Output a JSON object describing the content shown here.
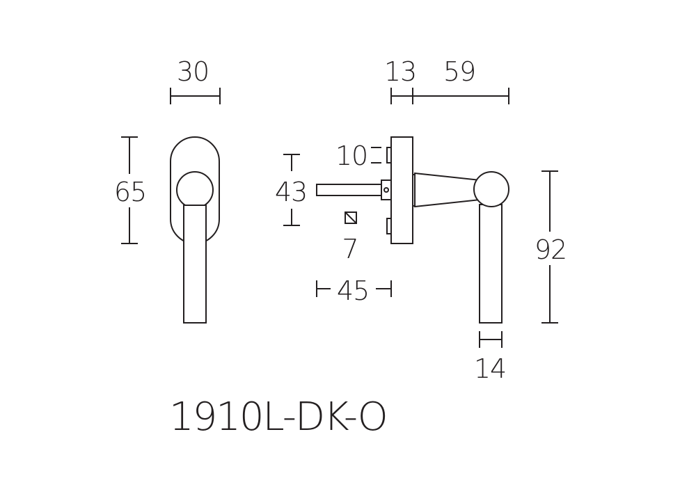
{
  "product_code": "1910L-DK-O",
  "dimensions": {
    "rose_width": "30",
    "rose_height": "65",
    "rose_thickness": "13",
    "lever_projection": "59",
    "screw_spacing": "43",
    "screw_size": "10",
    "spindle_square": "7",
    "spindle_length": "45",
    "lever_length": "92",
    "grip_width": "14"
  },
  "colors": {
    "line": "#231f20",
    "background": "#ffffff"
  }
}
